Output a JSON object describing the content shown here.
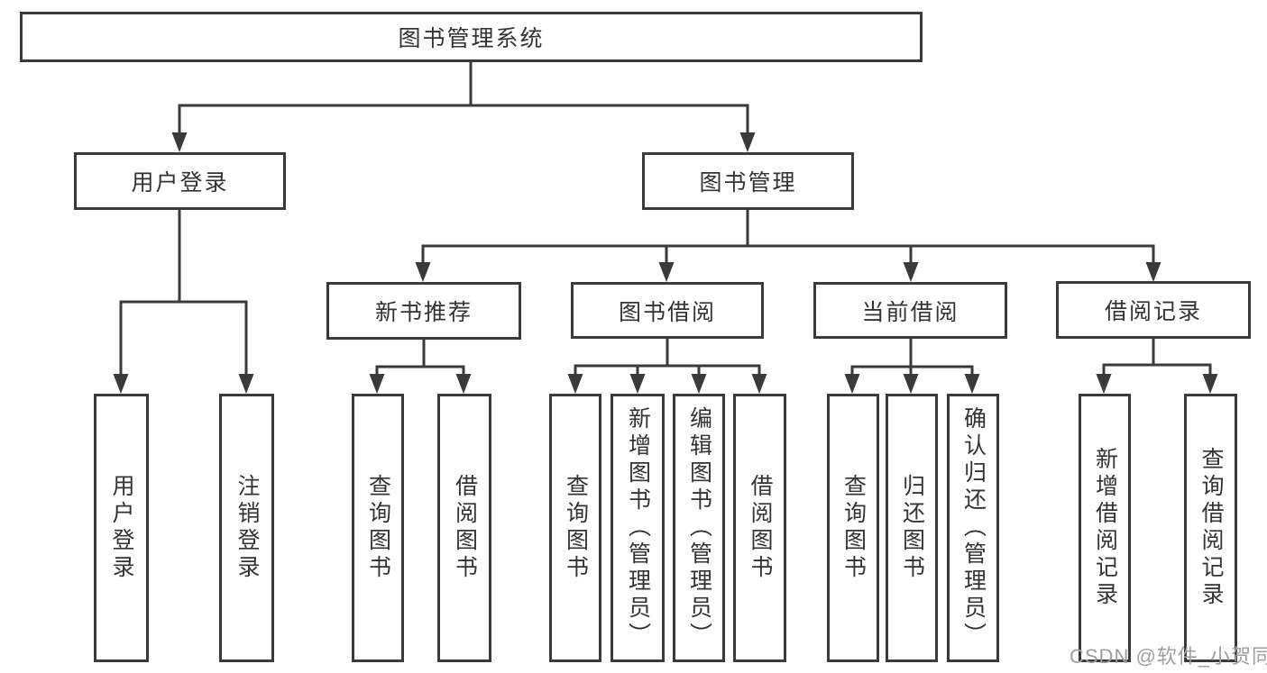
{
  "tree": {
    "root": "图书管理系统",
    "branches": [
      {
        "label": "用户登录",
        "children": [
          "用户登录",
          "注销登录"
        ]
      },
      {
        "label": "图书管理",
        "groups": [
          {
            "label": "新书推荐",
            "children": [
              "查询图书",
              "借阅图书"
            ]
          },
          {
            "label": "图书借阅",
            "children": [
              "查询图书",
              "新增图书（管理员）",
              "编辑图书（管理员）",
              "借阅图书"
            ]
          },
          {
            "label": "当前借阅",
            "children": [
              "查询图书",
              "归还图书",
              "确认归还（管理员）"
            ]
          },
          {
            "label": "借阅记录",
            "children": [
              "新增借阅记录",
              "查询借阅记录"
            ]
          }
        ]
      }
    ]
  },
  "watermark": {
    "text": "CSDN @软件_小贺同学"
  },
  "colors": {
    "line": "#3a3a3a",
    "text": "#333333",
    "background": "#ffffff",
    "watermark": "#9e9e9e"
  }
}
